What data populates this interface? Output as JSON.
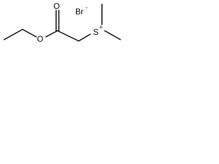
{
  "structure": {
    "atoms": {
      "carbonyl_oxygen": "O",
      "ester_oxygen": "O",
      "sulfur": "S",
      "sulfur_charge": "+",
      "bromide": "Br",
      "bromide_charge": "-"
    },
    "bond_color": "#000000",
    "text_color": "#000000",
    "background": "#ffffff"
  }
}
